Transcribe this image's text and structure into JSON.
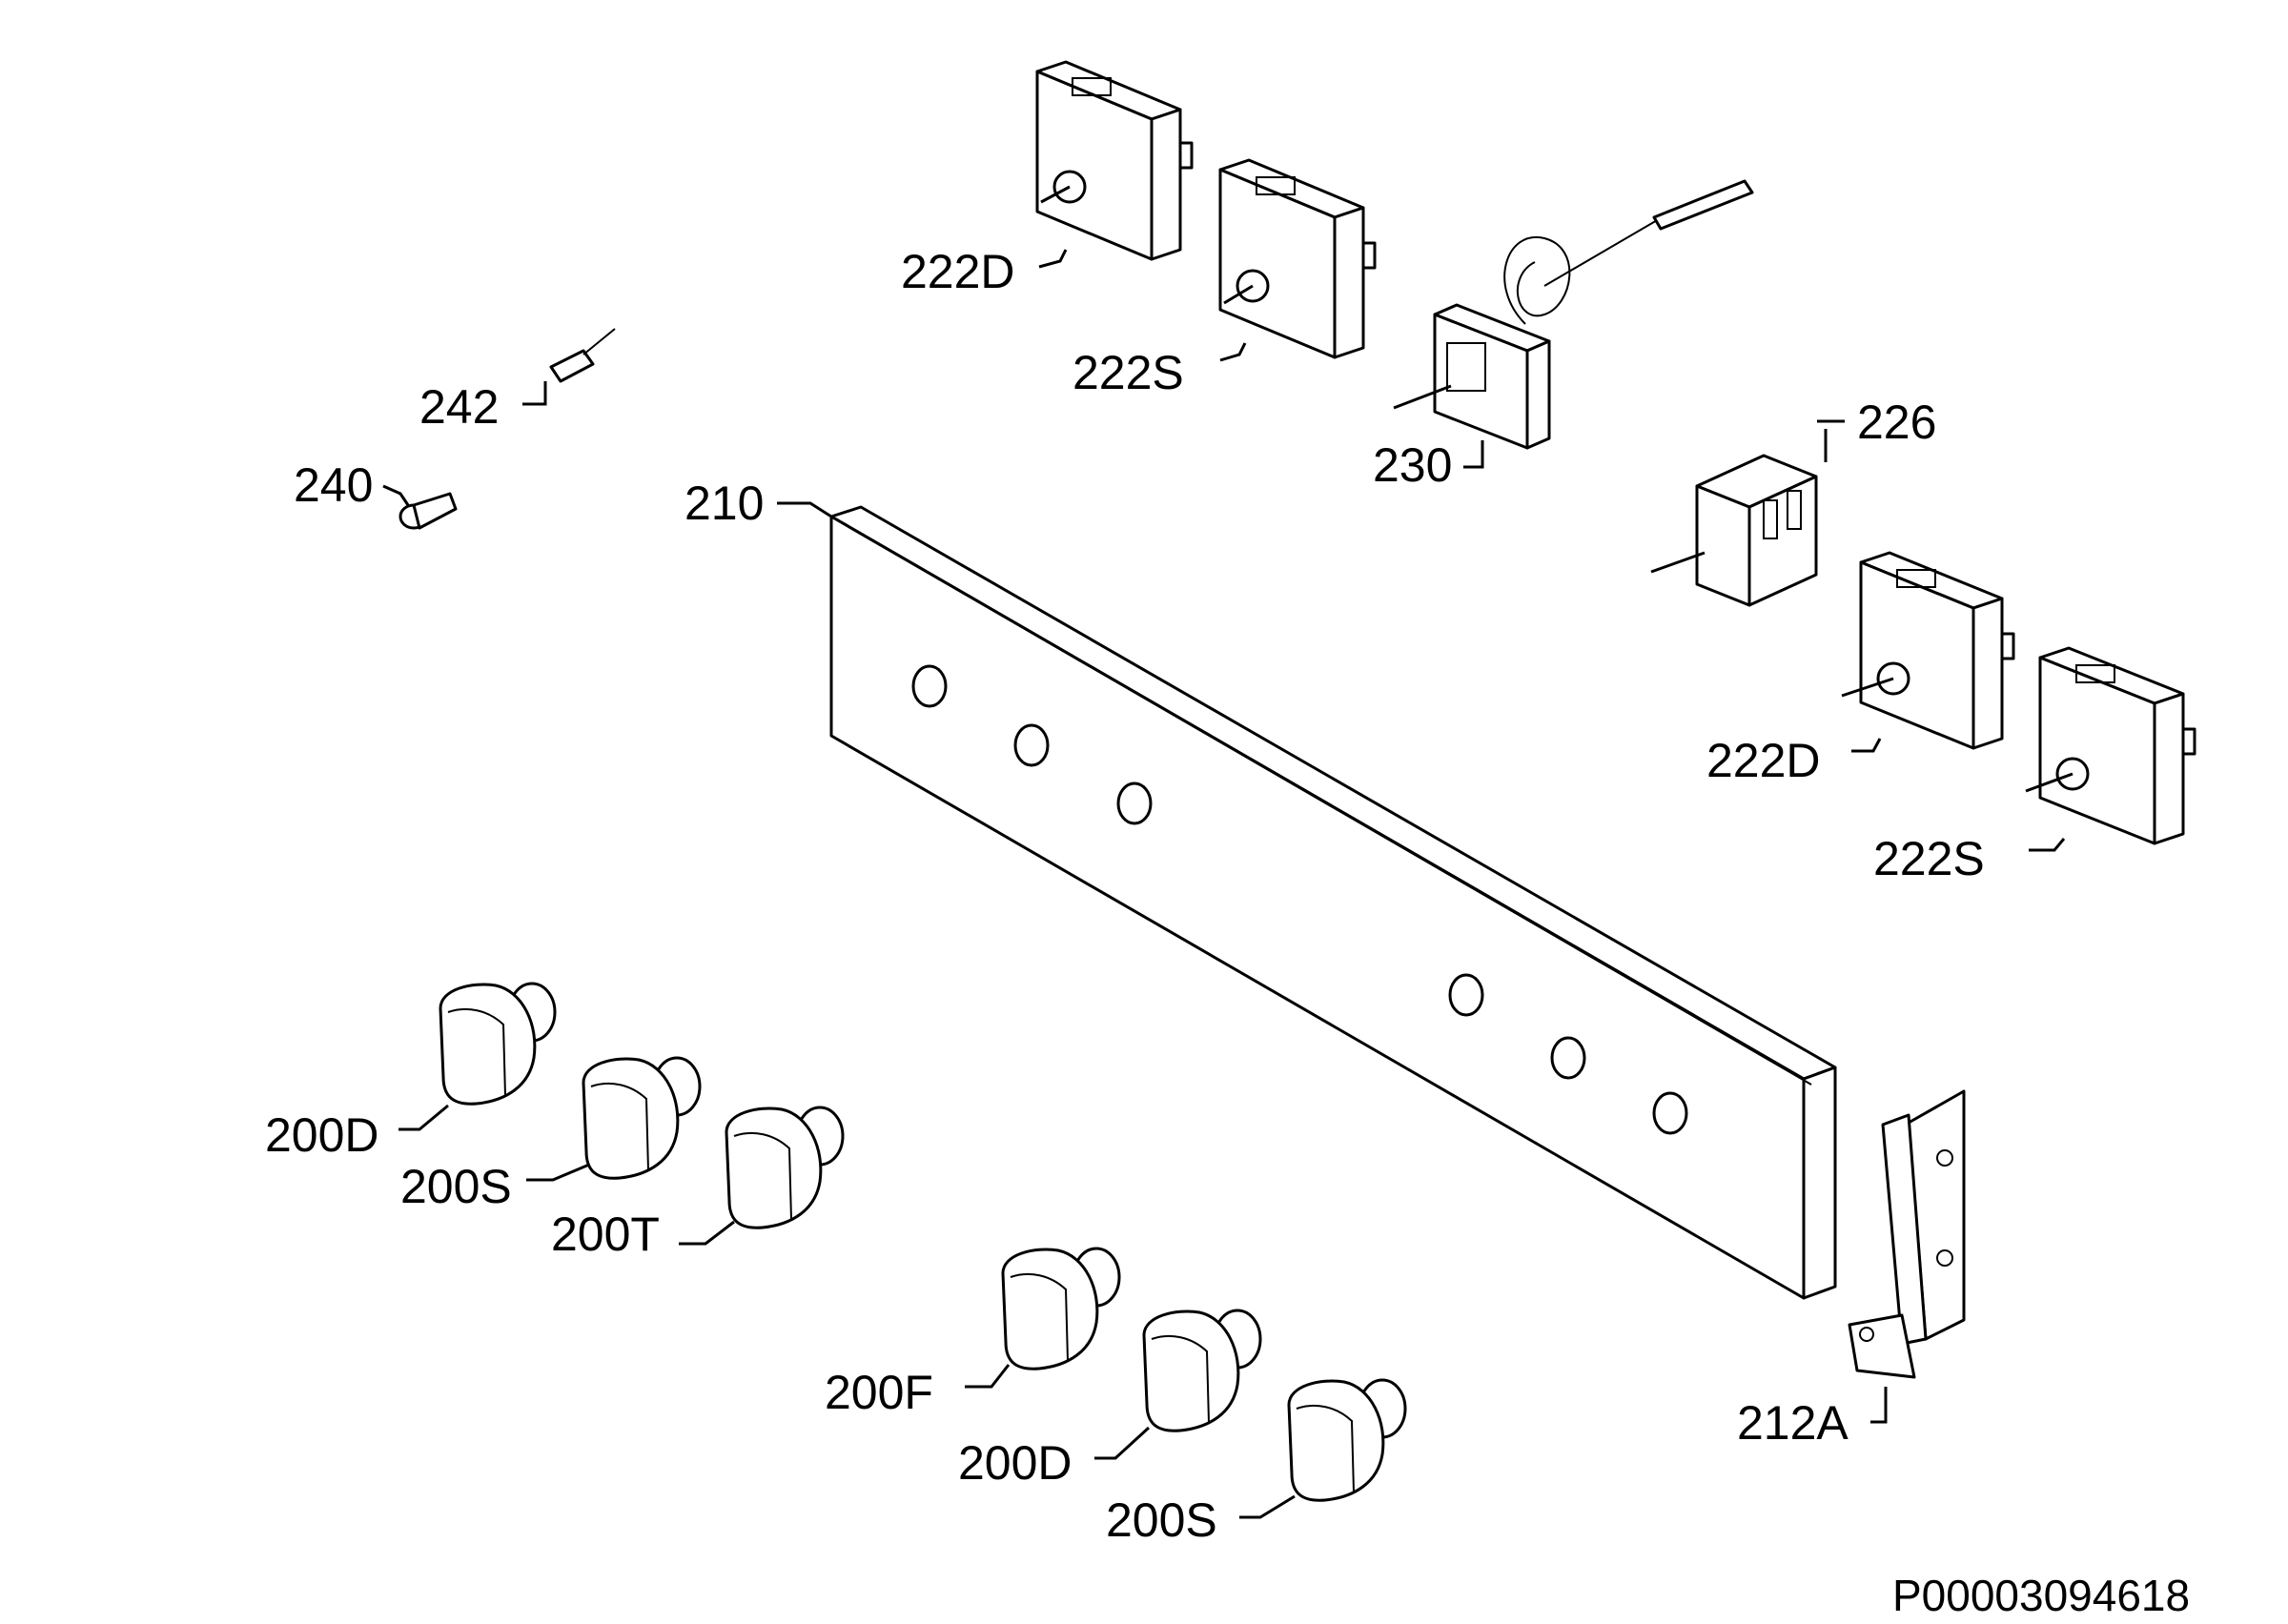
{
  "diagram": {
    "reference": "P00003094618",
    "labels": {
      "l222D_top": "222D",
      "l222S_top": "222S",
      "l242": "242",
      "l240": "240",
      "l230": "230",
      "l226": "226",
      "l210": "210",
      "l222D_right": "222D",
      "l222S_right": "222S",
      "l200D_left": "200D",
      "l200S_left": "200S",
      "l200T": "200T",
      "l200F": "200F",
      "l200D_bottom": "200D",
      "l200S_bottom": "200S",
      "l212A": "212A"
    }
  }
}
